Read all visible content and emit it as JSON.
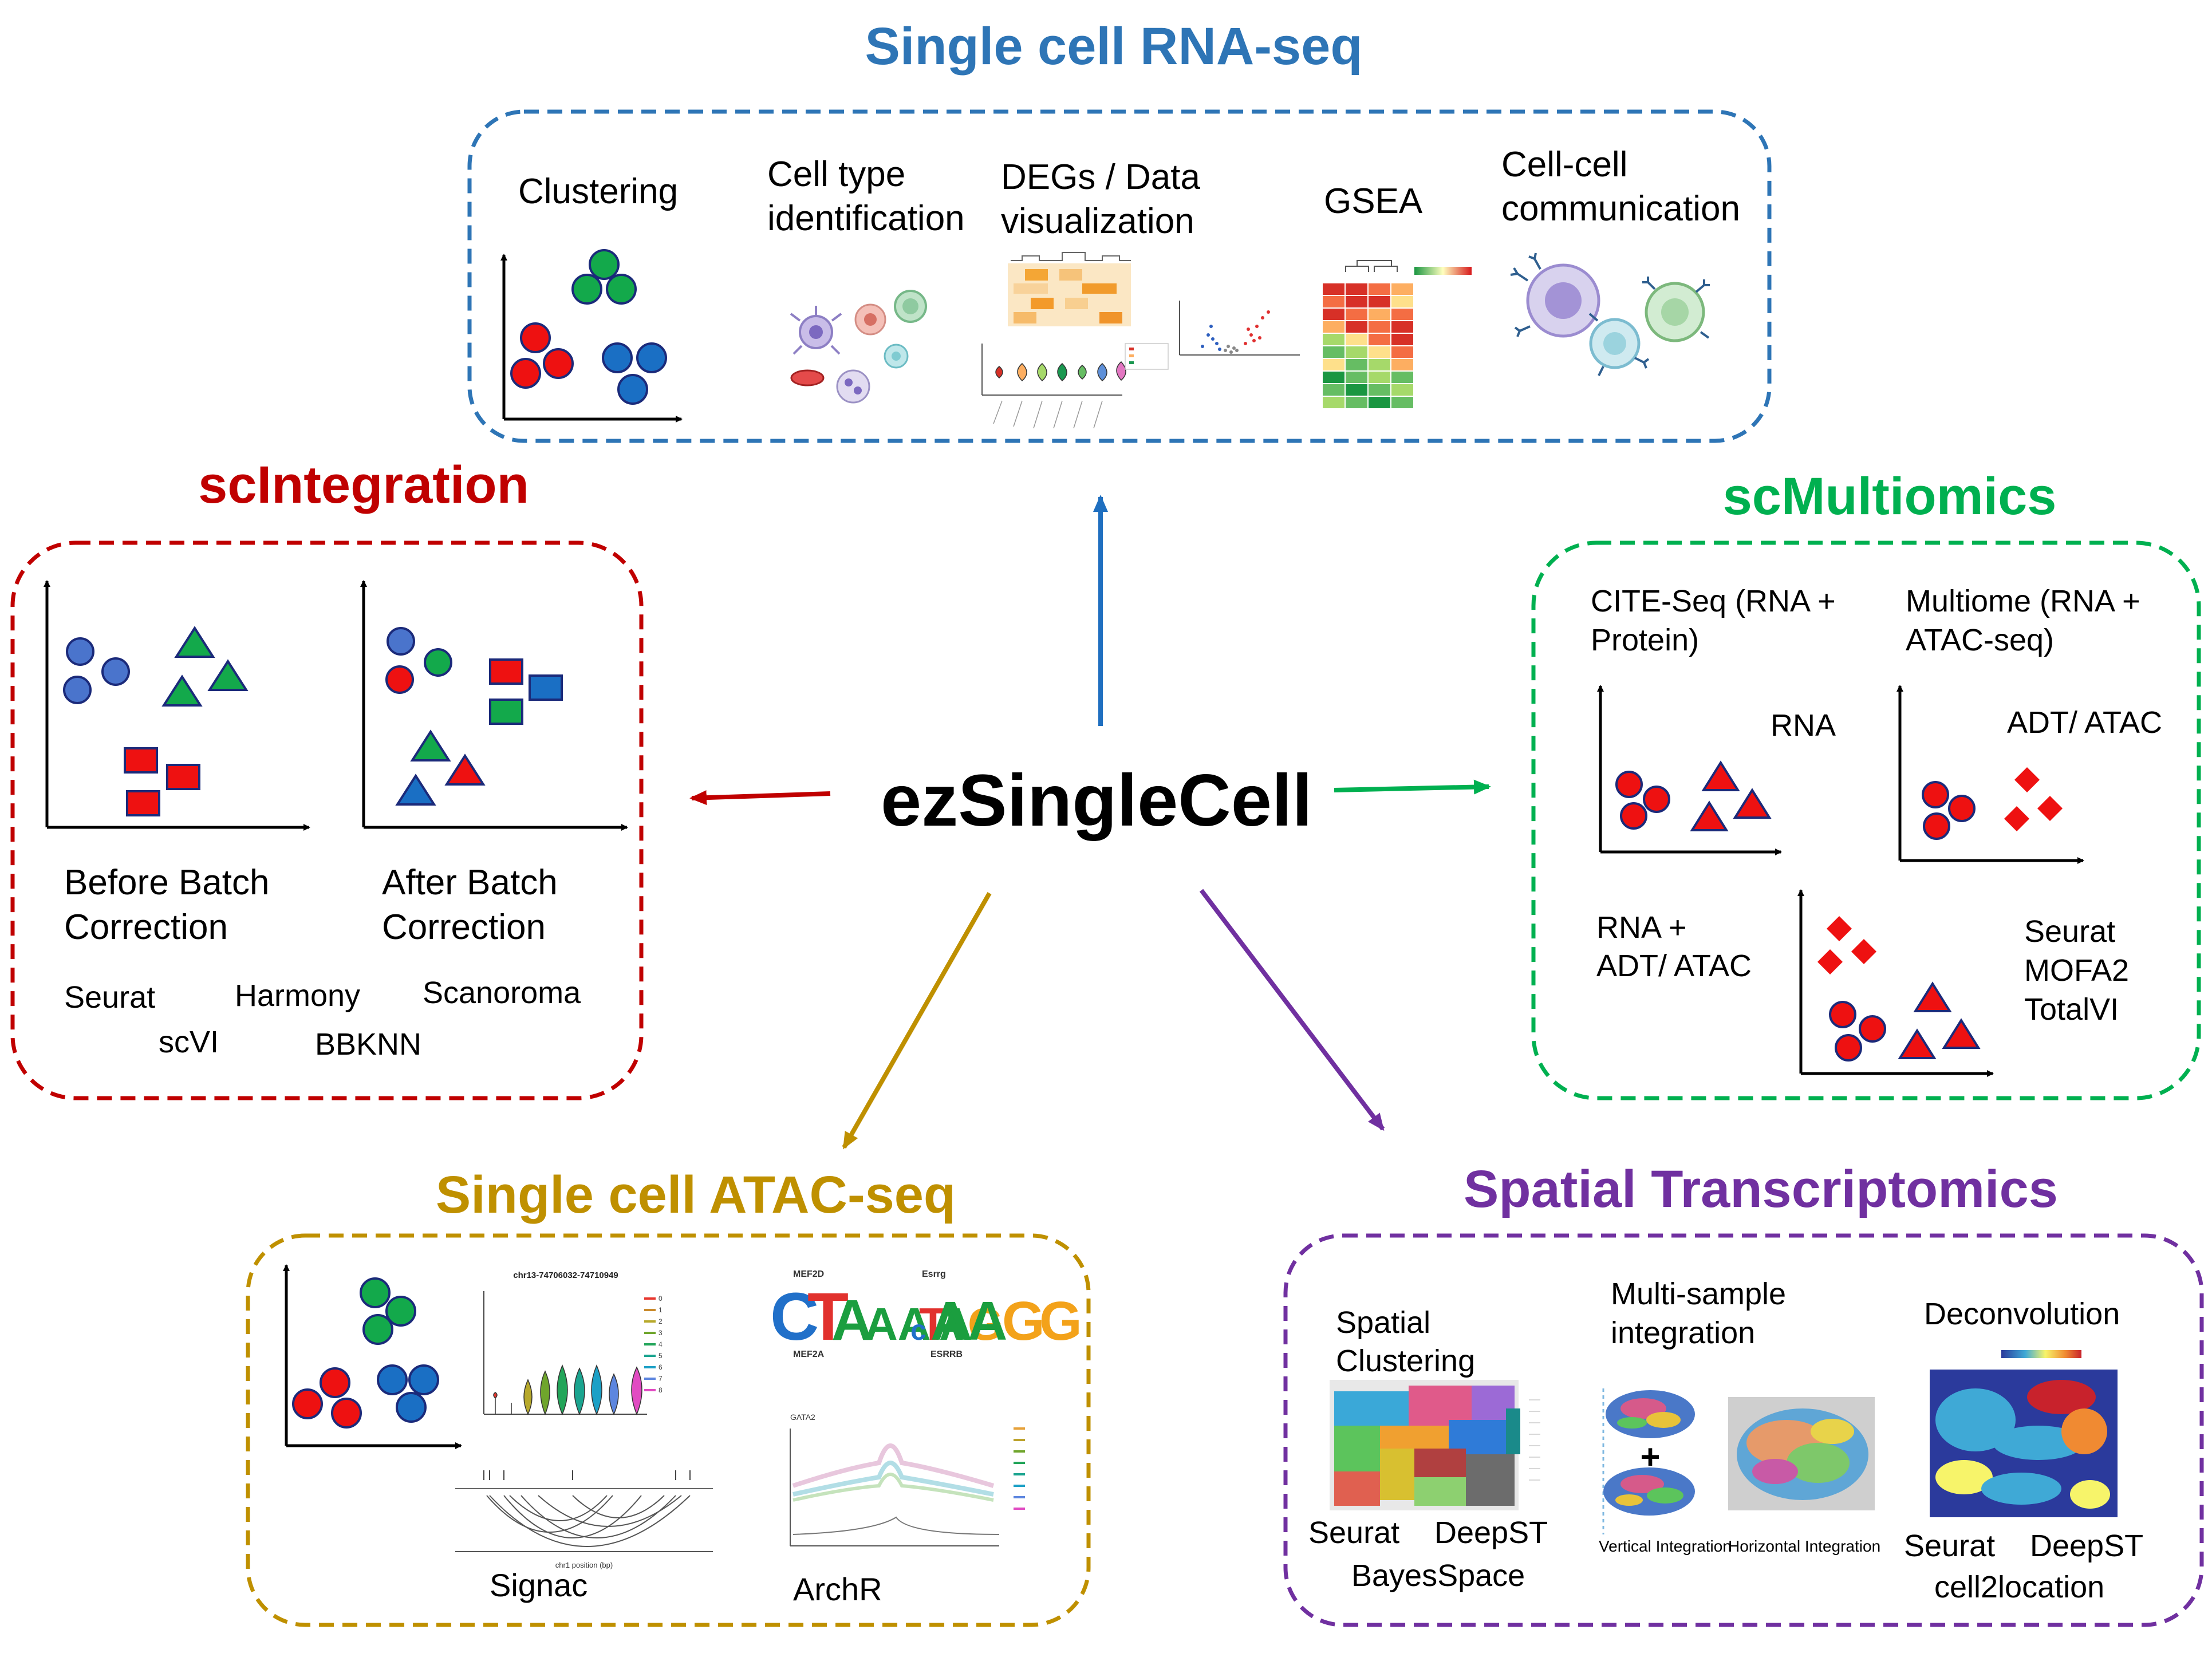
{
  "center": {
    "title": "ezSingleCell"
  },
  "colors": {
    "rna": "#2e75b6",
    "integration": "#c00000",
    "multiomics": "#00b050",
    "atac": "#bf9000",
    "spatial": "#7030a0",
    "red_shape": "#ee1111",
    "green_shape": "#13a94b",
    "blue_shape": "#1a6fc4",
    "light_blue_shape": "#4a74cc"
  },
  "rna_seq": {
    "title": "Single cell RNA-seq",
    "items": [
      {
        "label_line1": "Clustering",
        "label_line2": ""
      },
      {
        "label_line1": "Cell type",
        "label_line2": "identification"
      },
      {
        "label_line1": "DEGs / Data",
        "label_line2": "visualization"
      },
      {
        "label_line1": "GSEA",
        "label_line2": ""
      },
      {
        "label_line1": "Cell-cell",
        "label_line2": "communication"
      }
    ]
  },
  "integration": {
    "title": "scIntegration",
    "before_line1": "Before Batch",
    "before_line2": "Correction",
    "after_line1": "After Batch",
    "after_line2": "Correction",
    "tools": [
      "Seurat",
      "Harmony",
      "Scanoroma",
      "scVI",
      "BBKNN"
    ]
  },
  "multiomics": {
    "title": "scMultiomics",
    "cite_line1": "CITE-Seq (RNA +",
    "cite_line2": "Protein)",
    "multiome_line1": "Multiome (RNA +",
    "multiome_line2": "ATAC-seq)",
    "rna_label": "RNA",
    "adt_atac_label": "ADT/ ATAC",
    "combined_line1": "RNA +",
    "combined_line2": "ADT/ ATAC",
    "tools": [
      "Seurat",
      "MOFA2",
      "TotalVI"
    ]
  },
  "atac": {
    "title": "Single cell ATAC-seq",
    "tools": [
      "Signac",
      "ArchR"
    ]
  },
  "spatial": {
    "title": "Spatial Transcriptomics",
    "spatial_line1": "Spatial",
    "spatial_line2": "Clustering",
    "multi_line1": "Multi-sample",
    "multi_line2": "integration",
    "deconvolution": "Deconvolution",
    "vertical_label": "Vertical Integration",
    "horizontal_label": "Horizontal Integration",
    "plus": "+",
    "clustering_tools": [
      "Seurat",
      "DeepST",
      "BayesSpace"
    ],
    "deconv_tools": [
      "Seurat",
      "DeepST",
      "cell2location"
    ]
  }
}
